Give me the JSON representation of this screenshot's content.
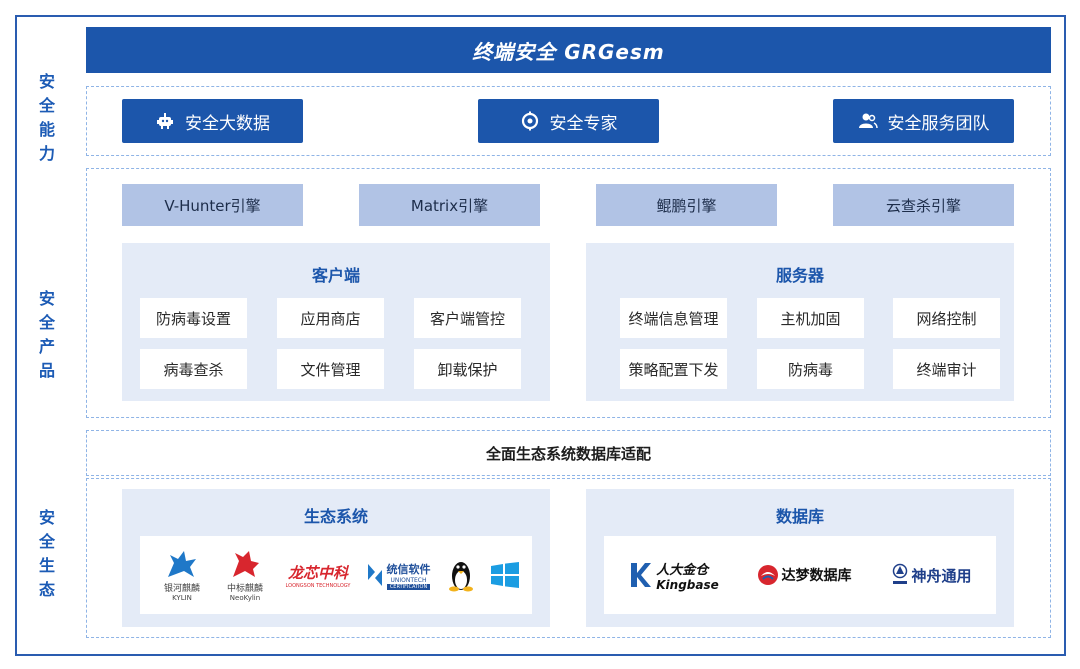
{
  "header": {
    "title": "终端安全 GRGesm"
  },
  "side_labels": {
    "capability": [
      "安",
      "全",
      "能",
      "力"
    ],
    "product": [
      "安",
      "全",
      "产",
      "品"
    ],
    "ecology": [
      "安",
      "全",
      "生",
      "态"
    ]
  },
  "capability": {
    "big_data": "安全大数据",
    "expert": "安全专家",
    "team": "安全服务团队"
  },
  "engines": [
    "V-Hunter引擎",
    "Matrix引擎",
    "鲲鹏引擎",
    "云查杀引擎"
  ],
  "client": {
    "title": "客户端",
    "items": [
      "防病毒设置",
      "应用商店",
      "客户端管控",
      "病毒查杀",
      "文件管理",
      "卸载保护"
    ]
  },
  "server": {
    "title": "服务器",
    "items": [
      "终端信息管理",
      "主机加固",
      "网络控制",
      "策略配置下发",
      "防病毒",
      "终端审计"
    ]
  },
  "adapt_text": "全面生态系统数据库适配",
  "ecosystem": {
    "title": "生态系统",
    "logos": {
      "kylin_cn": "银河麒麟",
      "kylin_en": "KYLIN",
      "neokylin_cn": "中标麒麟",
      "neokylin_en": "NeoKylin",
      "loongson_cn": "龙芯中科",
      "loongson_en": "LOONGSON TECHNOLOGY",
      "uniontech_cn": "统信软件",
      "uniontech_en": "UNIONTECH",
      "uniontech_cert": "CERTIFICATION"
    }
  },
  "database": {
    "title": "数据库",
    "logos": {
      "kingbase_cn": "人大金仓",
      "kingbase_en": "Kingbase",
      "dameng": "达梦数据库",
      "shenzhou": "神舟通用"
    }
  },
  "colors": {
    "primary": "#1c56ab",
    "engine": "#b1c3e5",
    "panel": "#e4ebf7",
    "dashed": "#8fb4e6"
  }
}
